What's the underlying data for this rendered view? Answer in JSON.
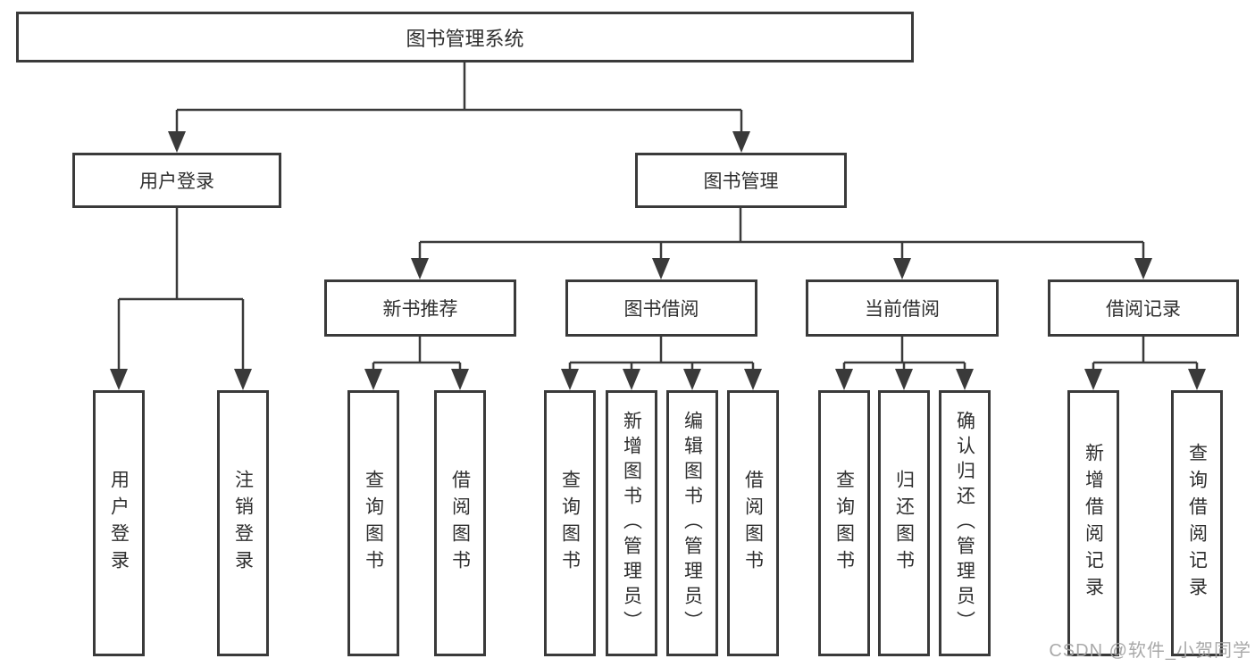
{
  "diagram": {
    "root": "图书管理系统",
    "login": {
      "label": "用户登录",
      "children": [
        "用户登录",
        "注销登录"
      ]
    },
    "management": {
      "label": "图书管理",
      "sections": {
        "new_book": {
          "label": "新书推荐",
          "children": [
            "查询图书",
            "借阅图书"
          ]
        },
        "borrow": {
          "label": "图书借阅",
          "children": [
            "查询图书",
            "新增图书（管理员）",
            "编辑图书（管理员）",
            "借阅图书"
          ]
        },
        "current": {
          "label": "当前借阅",
          "children": [
            "查询图书",
            "归还图书",
            "确认归还（管理员）"
          ]
        },
        "records": {
          "label": "借阅记录",
          "children": [
            "新增借阅记录",
            "查询借阅记录"
          ]
        }
      }
    }
  },
  "watermark": "CSDN @软件_小贺同学",
  "colors": {
    "line": "#3a3a3a",
    "box_border": "#3a3a3a",
    "text": "#2f2f2f",
    "watermark": "#a4a4a4",
    "background": "#ffffff"
  }
}
